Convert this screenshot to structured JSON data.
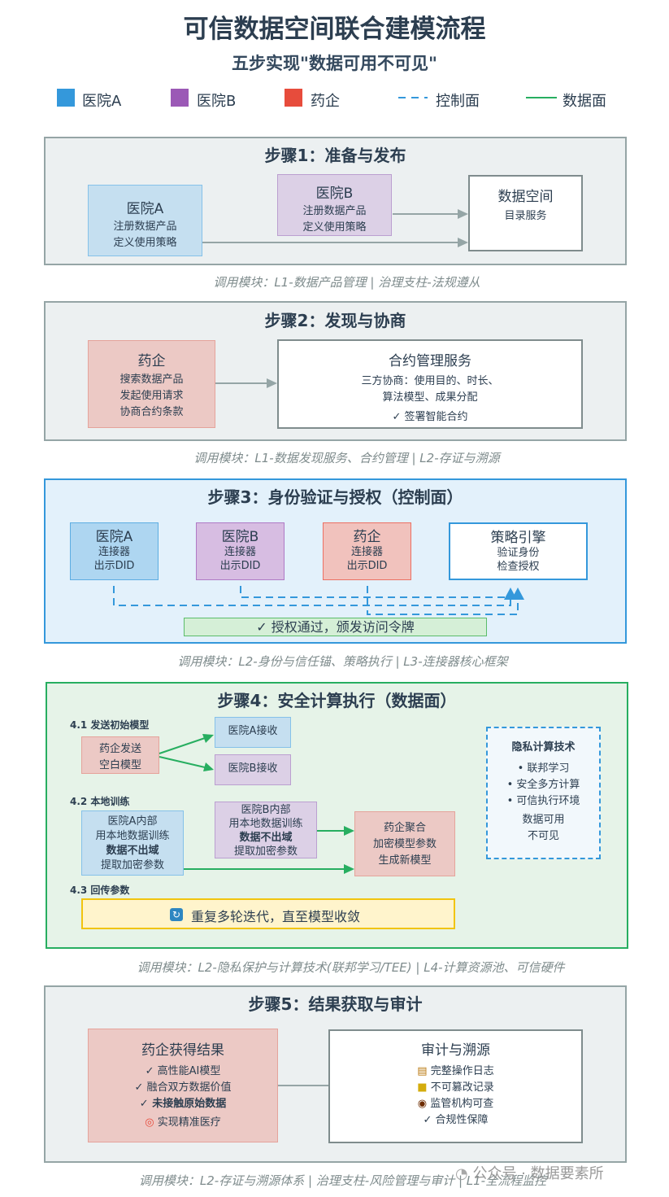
{
  "header": {
    "title": "可信数据空间联合建模流程",
    "subtitle": "五步实现\"数据可用不可见\""
  },
  "legend": {
    "hospital_a": "医院A",
    "hospital_b": "医院B",
    "pharma": "药企",
    "control_plane": "控制面",
    "data_plane": "数据面",
    "colors": {
      "hospital_a": "#3498db",
      "hospital_b": "#9b59b6",
      "pharma": "#e74c3c",
      "control": "#3498db",
      "data": "#27ae60"
    }
  },
  "step1": {
    "title": "步骤1：准备与发布",
    "hospital_a": {
      "name": "医院A",
      "line1": "注册数据产品",
      "line2": "定义使用策略"
    },
    "hospital_b": {
      "name": "医院B",
      "line1": "注册数据产品",
      "line2": "定义使用策略"
    },
    "space": {
      "name": "数据空间",
      "line1": "目录服务"
    },
    "caption": "调用模块：L1-数据产品管理 | 治理支柱-法规遵从"
  },
  "step2": {
    "title": "步骤2：发现与协商",
    "pharma": {
      "name": "药企",
      "line1": "搜索数据产品",
      "line2": "发起使用请求",
      "line3": "协商合约条款"
    },
    "contract": {
      "name": "合约管理服务",
      "line1": "三方协商：使用目的、时长、",
      "line2": "算法模型、成果分配",
      "line3": "✓ 签署智能合约"
    },
    "caption": "调用模块：L1-数据发现服务、合约管理 | L2-存证与溯源"
  },
  "step3": {
    "title": "步骤3：身份验证与授权（控制面）",
    "hospital_a": {
      "name": "医院A",
      "line1": "连接器",
      "line2": "出示DID"
    },
    "hospital_b": {
      "name": "医院B",
      "line1": "连接器",
      "line2": "出示DID"
    },
    "pharma": {
      "name": "药企",
      "line1": "连接器",
      "line2": "出示DID"
    },
    "policy": {
      "name": "策略引擎",
      "line1": "验证身份",
      "line2": "检查授权"
    },
    "result": "✓ 授权通过，颁发访问令牌",
    "caption": "调用模块：L2-身份与信任锚、策略执行 | L3-连接器核心框架"
  },
  "step4": {
    "title": "步骤4：安全计算执行（数据面）",
    "sub1": "4.1 发送初始模型",
    "sub2": "4.2 本地训练",
    "sub3": "4.3 回传参数",
    "pharma_send": {
      "line1": "药企发送",
      "line2": "空白模型"
    },
    "a_receive": "医院A接收",
    "b_receive": "医院B接收",
    "a_train": {
      "line1": "医院A内部",
      "line2": "用本地数据训练",
      "line3": "数据不出域",
      "line4": "提取加密参数"
    },
    "b_train": {
      "line1": "医院B内部",
      "line2": "用本地数据训练",
      "line3": "数据不出域",
      "line4": "提取加密参数"
    },
    "aggregate": {
      "line1": "药企聚合",
      "line2": "加密模型参数",
      "line3": "生成新模型"
    },
    "privacy": {
      "title": "隐私计算技术",
      "item1": "• 联邦学习",
      "item2": "• 安全多方计算",
      "item3": "• 可信执行环境",
      "line1": "数据可用",
      "line2": "不可见"
    },
    "iterate": "重复多轮迭代，直至模型收敛",
    "caption": "调用模块：L2-隐私保护与计算技术(联邦学习/TEE) | L4-计算资源池、可信硬件"
  },
  "step5": {
    "title": "步骤5：结果获取与审计",
    "result": {
      "name": "药企获得结果",
      "item1": "✓ 高性能AI模型",
      "item2": "✓ 融合双方数据价值",
      "item3": "✓ 未接触原始数据",
      "item4": "实现精准医疗"
    },
    "audit": {
      "name": "审计与溯源",
      "item1": "完整操作日志",
      "item2": "不可篡改记录",
      "item3": "监管机构可查",
      "item4": "✓ 合规性保障"
    },
    "caption": "调用模块：L2-存证与溯源体系 | 治理支柱-风险管理与审计 | L1-全流程监控"
  },
  "watermark": "公众号 · 数据要素所"
}
